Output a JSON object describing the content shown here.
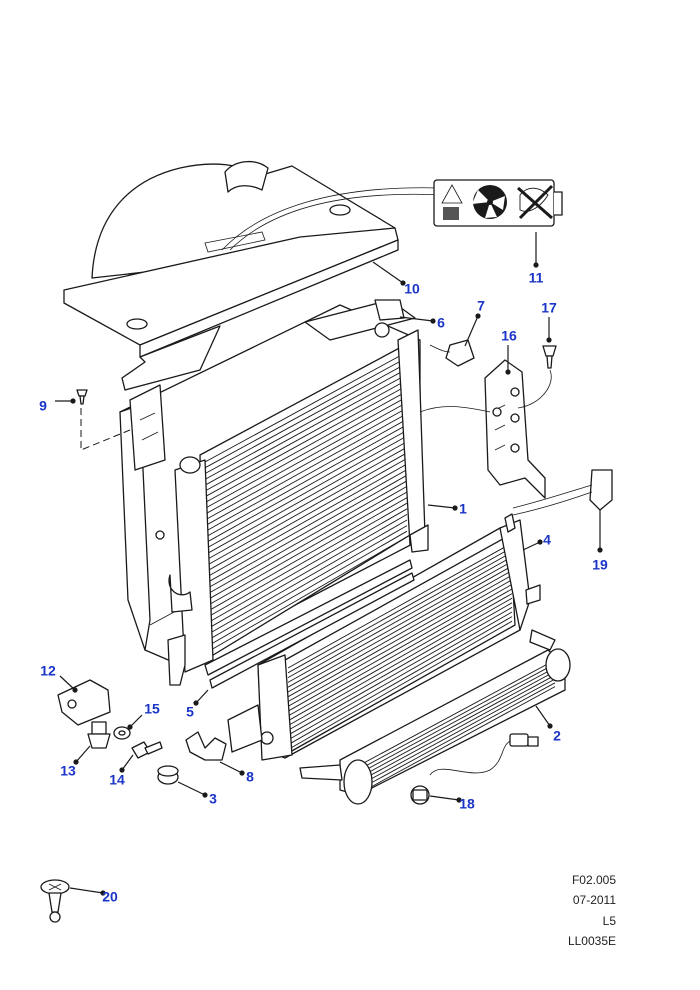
{
  "callouts": [
    {
      "id": "1",
      "label": "1"
    },
    {
      "id": "2",
      "label": "2"
    },
    {
      "id": "3",
      "label": "3"
    },
    {
      "id": "4",
      "label": "4"
    },
    {
      "id": "5",
      "label": "5"
    },
    {
      "id": "6",
      "label": "6"
    },
    {
      "id": "7",
      "label": "7"
    },
    {
      "id": "8",
      "label": "8"
    },
    {
      "id": "9",
      "label": "9"
    },
    {
      "id": "10",
      "label": "10"
    },
    {
      "id": "11",
      "label": "11"
    },
    {
      "id": "12",
      "label": "12"
    },
    {
      "id": "13",
      "label": "13"
    },
    {
      "id": "14",
      "label": "14"
    },
    {
      "id": "15",
      "label": "15"
    },
    {
      "id": "16",
      "label": "16"
    },
    {
      "id": "17",
      "label": "17"
    },
    {
      "id": "18",
      "label": "18"
    },
    {
      "id": "19",
      "label": "19"
    },
    {
      "id": "20",
      "label": "20"
    }
  ],
  "reference": {
    "figure_code": "F02.005",
    "date": "07-2011",
    "level": "L5",
    "drawing_number": "LL0035E"
  },
  "colors": {
    "callout": "#1a35c8",
    "line": "#1a1a1a"
  }
}
